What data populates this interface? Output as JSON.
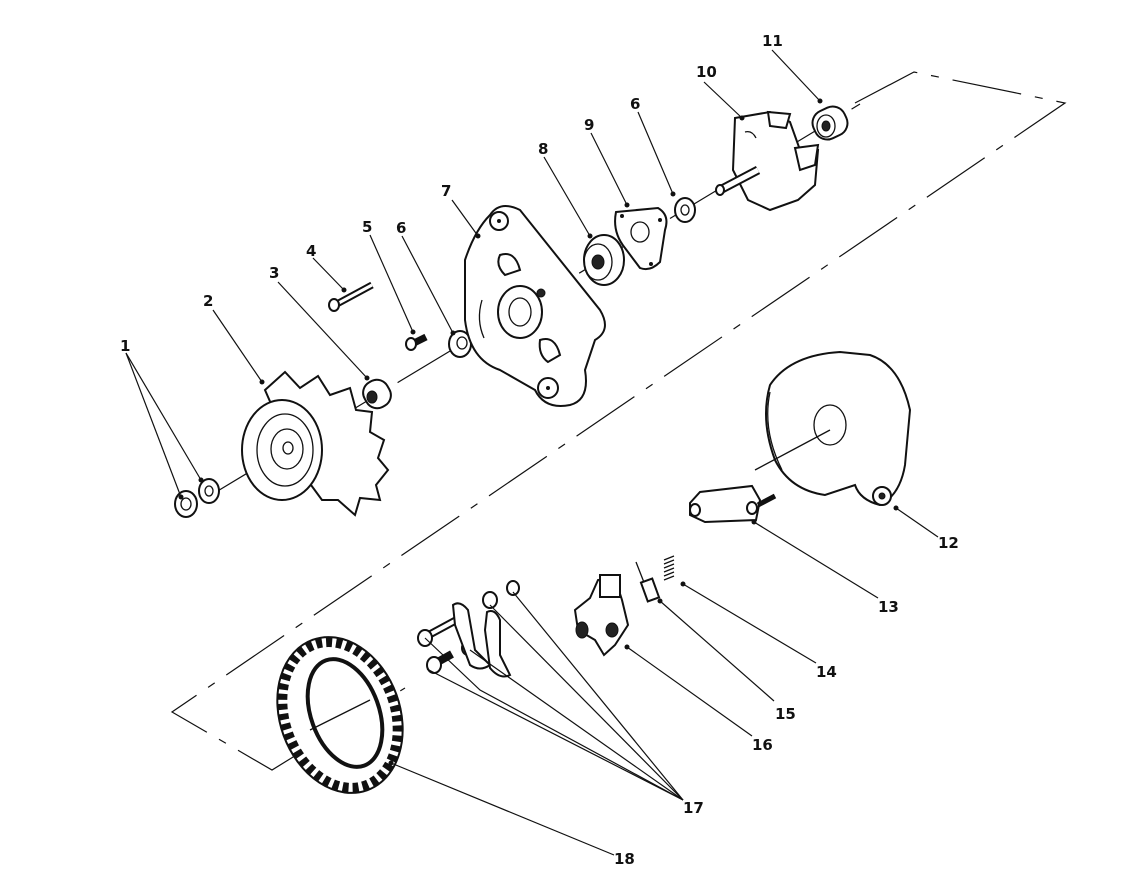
{
  "diagram": {
    "type": "exploded-parts-view",
    "subject": "alternator",
    "labels": [
      {
        "id": "1",
        "text": "1"
      },
      {
        "id": "2",
        "text": "2"
      },
      {
        "id": "3",
        "text": "3"
      },
      {
        "id": "4",
        "text": "4"
      },
      {
        "id": "5",
        "text": "5"
      },
      {
        "id": "6a",
        "text": "6"
      },
      {
        "id": "7",
        "text": "7"
      },
      {
        "id": "8",
        "text": "8"
      },
      {
        "id": "9",
        "text": "9"
      },
      {
        "id": "6b",
        "text": "6"
      },
      {
        "id": "10",
        "text": "10"
      },
      {
        "id": "11",
        "text": "11"
      },
      {
        "id": "12",
        "text": "12"
      },
      {
        "id": "13",
        "text": "13"
      },
      {
        "id": "14",
        "text": "14"
      },
      {
        "id": "15",
        "text": "15"
      },
      {
        "id": "16",
        "text": "16"
      },
      {
        "id": "17",
        "text": "17"
      },
      {
        "id": "18",
        "text": "18"
      }
    ],
    "parts": [
      {
        "callout": "1",
        "name": "nut-and-washer"
      },
      {
        "callout": "2",
        "name": "pulley-and-fan"
      },
      {
        "callout": "3",
        "name": "spacer"
      },
      {
        "callout": "4",
        "name": "long-screw"
      },
      {
        "callout": "5",
        "name": "short-screw"
      },
      {
        "callout": "6",
        "name": "washer"
      },
      {
        "callout": "7",
        "name": "drive-end-frame"
      },
      {
        "callout": "8",
        "name": "bearing"
      },
      {
        "callout": "9",
        "name": "retainer-plate"
      },
      {
        "callout": "10",
        "name": "rotor"
      },
      {
        "callout": "11",
        "name": "rear-bearing"
      },
      {
        "callout": "12",
        "name": "slip-ring-end-frame"
      },
      {
        "callout": "13",
        "name": "regulator"
      },
      {
        "callout": "14",
        "name": "spring"
      },
      {
        "callout": "15",
        "name": "brush"
      },
      {
        "callout": "16",
        "name": "brush-holder"
      },
      {
        "callout": "17",
        "name": "rectifier-hardware"
      },
      {
        "callout": "18",
        "name": "stator"
      }
    ]
  }
}
